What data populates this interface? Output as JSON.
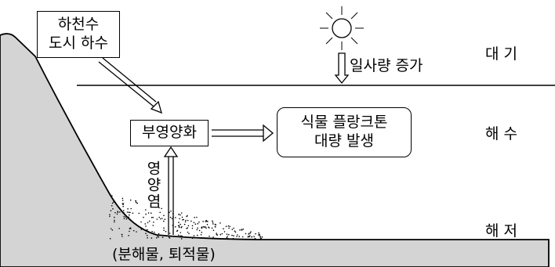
{
  "labels": {
    "atmosphere": "대 기",
    "seawater": "해 수",
    "seabed": "해 저",
    "solar": "일사량 증가",
    "nutrients": "영양염",
    "sediment": "(분해물, 퇴적물)"
  },
  "boxes": {
    "sewage_line1": "하천수",
    "sewage_line2": "도시 하수",
    "eutrophication": "부영양화",
    "plankton_line1": "식물 플랑크톤",
    "plankton_line2": "대량 발생"
  },
  "icons": [
    "sun-icon",
    "arrow-down-icon",
    "arrow-right-icon",
    "arrow-up-icon",
    "arrow-diagonal-icon"
  ],
  "colors": {
    "land": "#d4d4d4",
    "line": "#000000",
    "background": "#ffffff"
  }
}
